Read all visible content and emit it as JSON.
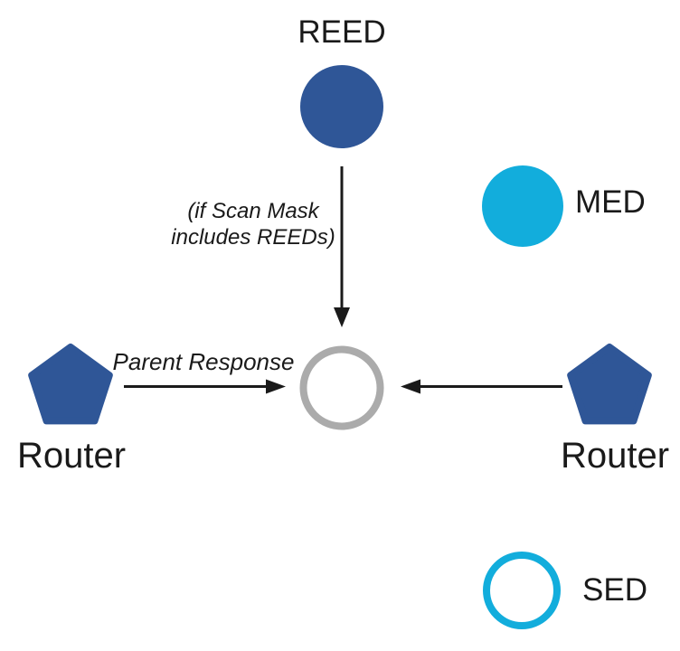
{
  "diagram": {
    "description": "Thread network attach diagram: routers send Parent Response to a joining device; device role legend shows REED, MED, SED nodes",
    "colors": {
      "node_blue": "#2F5697",
      "node_cyan": "#12ADDC",
      "outline_gray": "#ABABAB",
      "arrow_black": "#1A1A1A"
    },
    "nodes": {
      "reed": {
        "label": "REED",
        "shape": "filled-circle"
      },
      "med": {
        "label": "MED",
        "shape": "filled-circle"
      },
      "joiner": {
        "label": "",
        "shape": "outlined-circle"
      },
      "router_left": {
        "label": "Router",
        "shape": "pentagon"
      },
      "router_right": {
        "label": "Router",
        "shape": "pentagon"
      },
      "sed": {
        "label": "SED",
        "shape": "outlined-circle"
      }
    },
    "annotations": {
      "scan_mask_line1": "(if Scan Mask",
      "scan_mask_line2": "includes REEDs)",
      "parent_response": "Parent Response"
    }
  }
}
